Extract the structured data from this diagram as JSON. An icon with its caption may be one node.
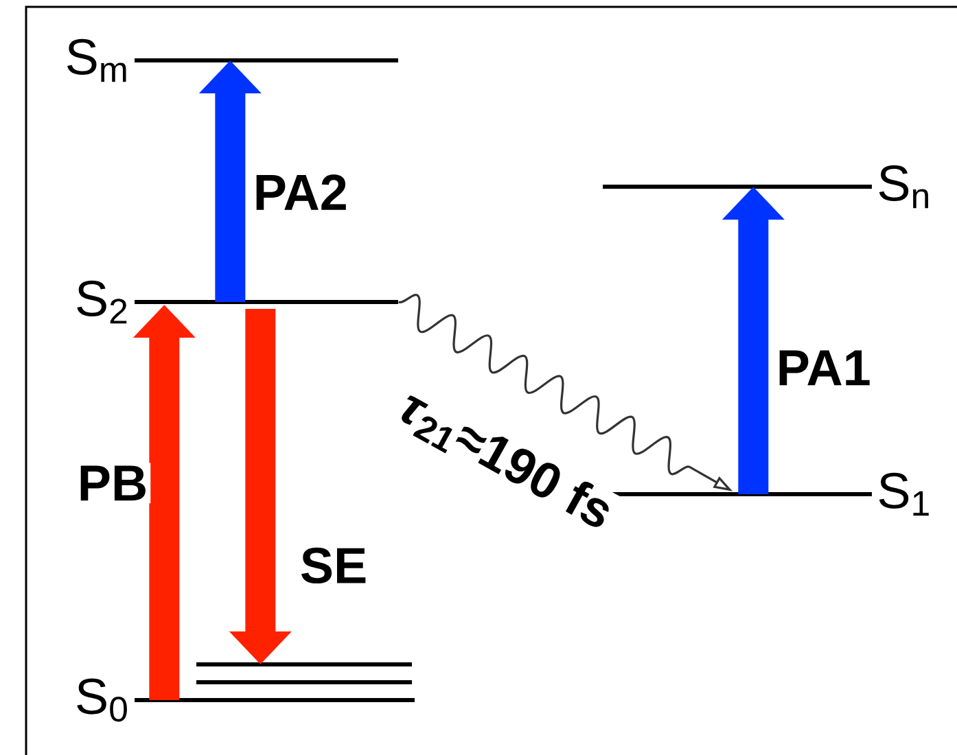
{
  "diagram": {
    "nodes": [
      {
        "text": [
          "S$_{m}$"
        ]
      },
      {
        "text": [
          "S$_{2}$"
        ]
      },
      {
        "text": [
          "S$_{0}$"
        ]
      },
      {
        "text": [
          "S$_{n}$"
        ]
      },
      {
        "text": [
          "S$_{1}$"
        ]
      }
    ],
    "edges": [
      {
        "from": 1,
        "to": 0,
        "arrow": "to",
        "label": "PA2",
        "color": "#0033ff"
      },
      {
        "from": 2,
        "to": 1,
        "arrow": "to",
        "label": "PB",
        "color": "#ff2200"
      },
      {
        "from": 1,
        "to": 2,
        "arrow": "to",
        "label": "SE",
        "color": "#ff2200"
      },
      {
        "from": 4,
        "to": 3,
        "arrow": "to",
        "label": "PA1",
        "color": "#0033ff"
      },
      {
        "from": 1,
        "to": 4,
        "arrow": "to",
        "label": "*τ*$_{21}$≈190 fs",
        "color": "#333333"
      }
    ]
  }
}
